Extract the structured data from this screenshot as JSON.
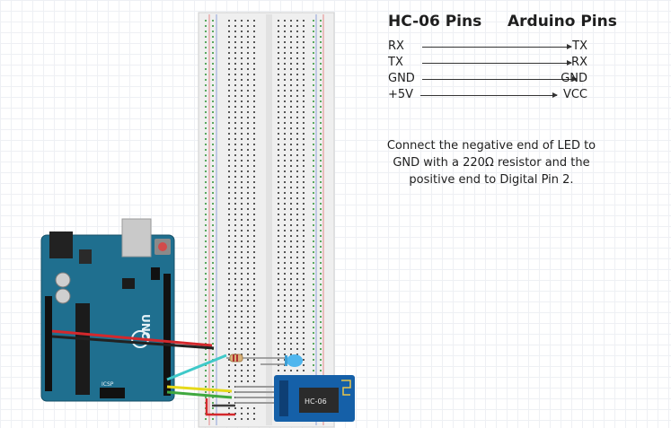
{
  "pin_table": {
    "header_left": "HC-06 Pins",
    "header_right": "Arduino Pins",
    "rows": [
      {
        "from": "RX",
        "to": "TX"
      },
      {
        "from": "TX",
        "to": "RX"
      },
      {
        "from": "GND",
        "to": "GND"
      },
      {
        "from": "+5V",
        "to": "VCC"
      }
    ]
  },
  "note": "Connect the negative end of LED to GND with a 220Ω resistor and the positive end to Digital Pin 2.",
  "arduino": {
    "logo_text": "UNO",
    "header_label": "ICSP",
    "color": "#1f6f8f"
  },
  "bluetooth_module": {
    "chip_label": "HC-06",
    "color": "#1560a8"
  },
  "led": {
    "color": "#4fb6ee"
  },
  "wire_colors": {
    "red": "#d4282c",
    "black": "#222222",
    "cyan": "#3fc9c9",
    "yellow": "#e6d91a",
    "green": "#3fa83f"
  }
}
